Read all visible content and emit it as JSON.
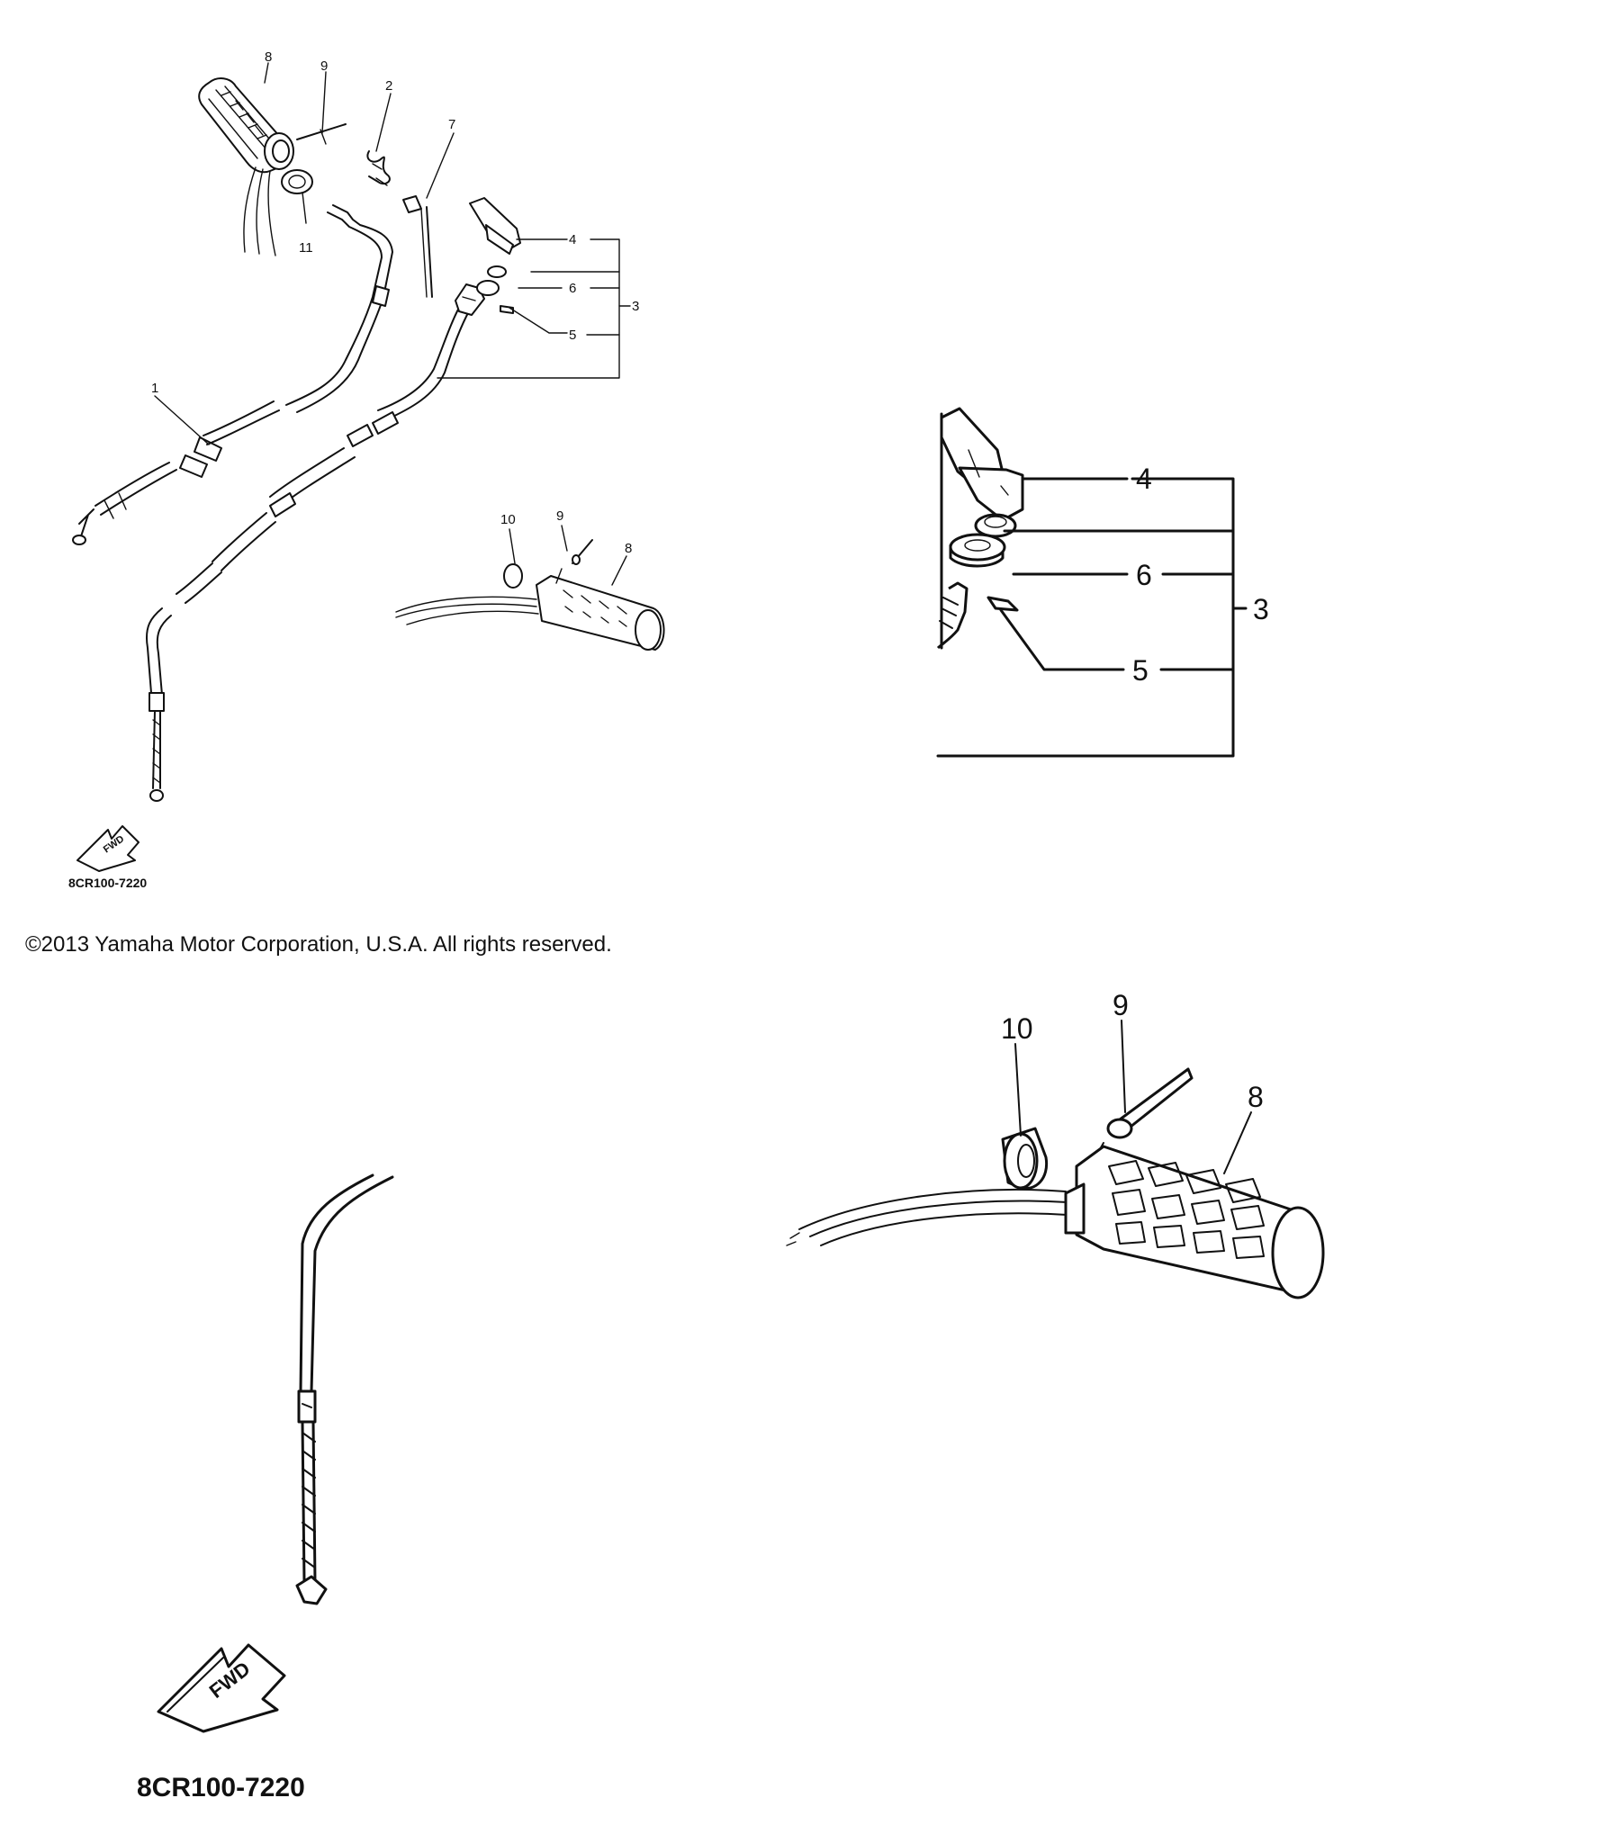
{
  "overview": {
    "callouts": {
      "c1": "1",
      "c2": "2",
      "c3": "3",
      "c4": "4",
      "c5": "5",
      "c6": "6",
      "c7": "7",
      "c8": "8",
      "c9": "9",
      "c10": "10",
      "c11": "11",
      "c8b": "8",
      "c9b": "9"
    },
    "fwd_label": "FWD",
    "diagram_code": "8CR100-7220"
  },
  "detail_switch": {
    "callouts": {
      "c3": "3",
      "c4": "4",
      "c5": "5",
      "c6": "6"
    }
  },
  "detail_grip": {
    "callouts": {
      "c8": "8",
      "c9": "9",
      "c10": "10"
    }
  },
  "detail_cable": {
    "fwd_label": "FWD",
    "diagram_code": "8CR100-7220"
  },
  "copyright": "©2013 Yamaha Motor Corporation, U.S.A. All rights reserved."
}
